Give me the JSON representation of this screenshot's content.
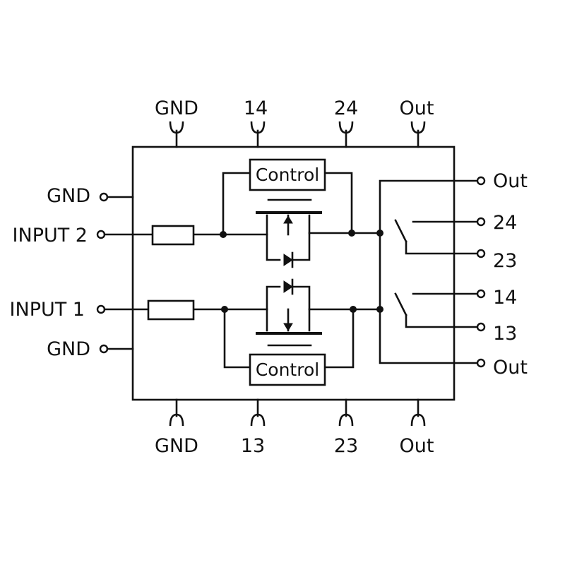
{
  "top_labels": {
    "gnd": "GND",
    "p14": "14",
    "p24": "24",
    "out": "Out"
  },
  "bottom_labels": {
    "gnd": "GND",
    "p13": "13",
    "p23": "23",
    "out": "Out"
  },
  "left_labels": {
    "gnd_top": "GND",
    "input2": "INPUT 2",
    "input1": "INPUT 1",
    "gnd_bottom": "GND"
  },
  "right_labels": {
    "out_top": "Out",
    "p24": "24",
    "p23": "23",
    "p14": "14",
    "p13": "13",
    "out_bottom": "Out"
  },
  "blocks": {
    "control_top": "Control",
    "control_bottom": "Control"
  },
  "colors": {
    "line": "#111111",
    "background": "#ffffff"
  }
}
